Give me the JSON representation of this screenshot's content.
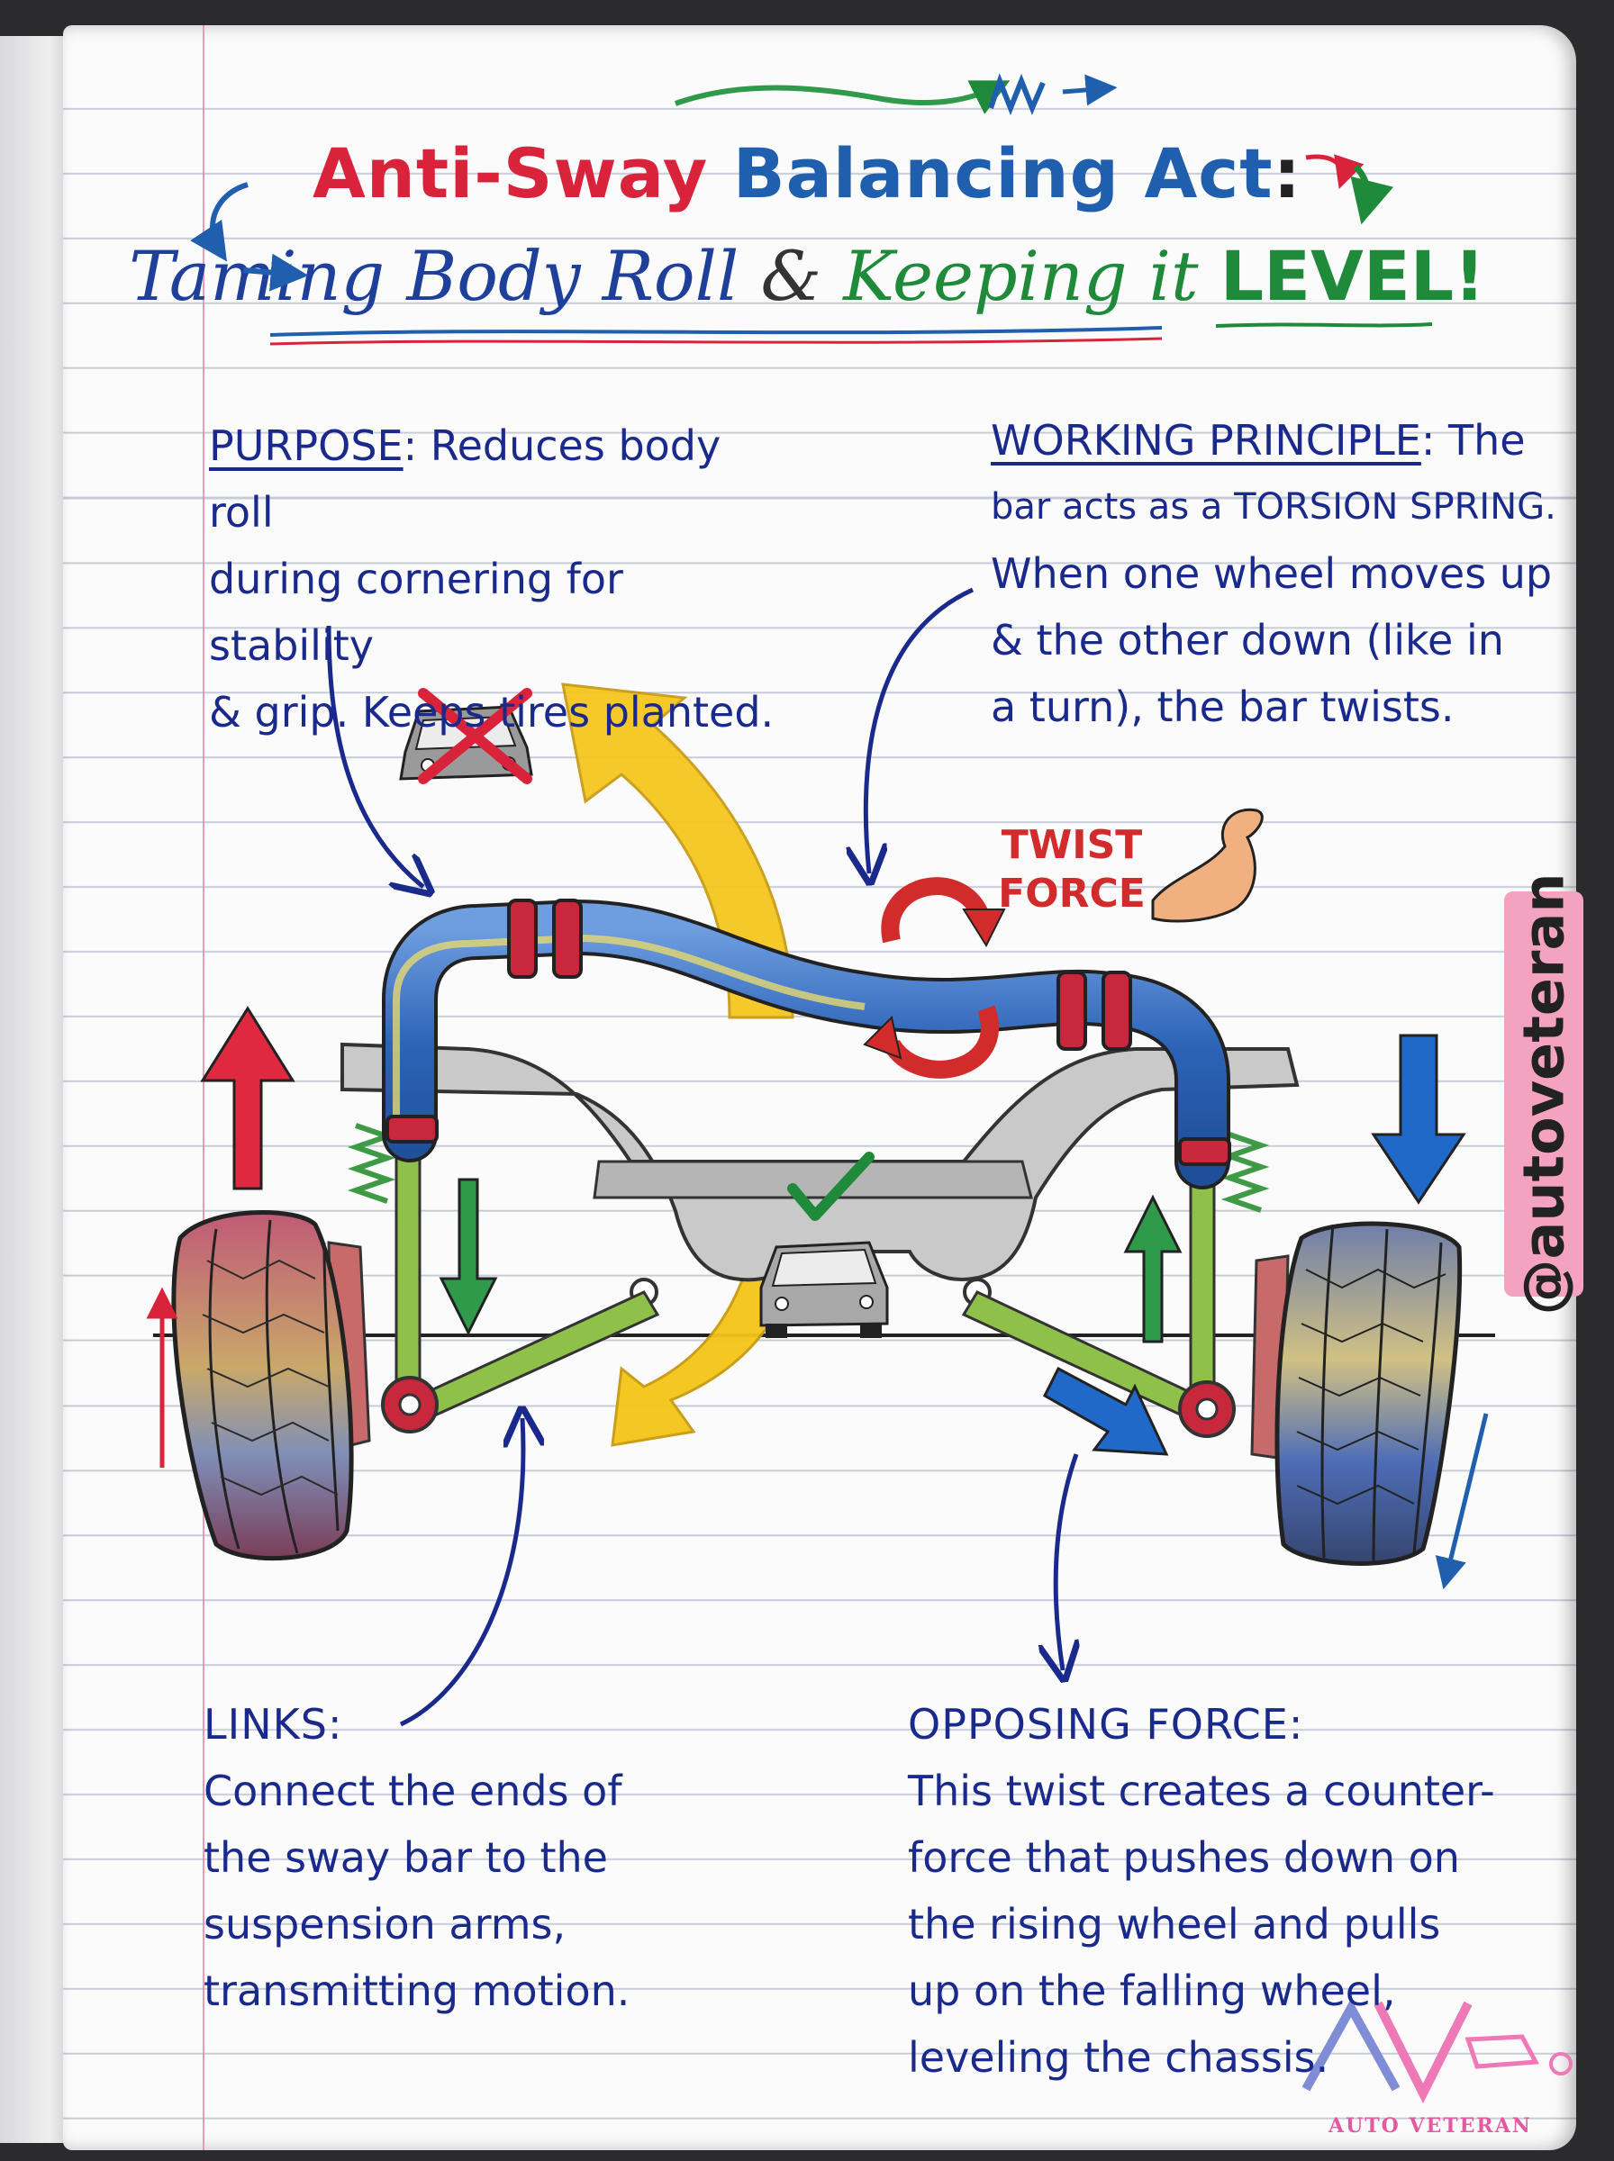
{
  "title": {
    "line1": {
      "part1": "Anti-Sway",
      "part2": "Balancing Act",
      "colon": ":"
    },
    "line2": {
      "part1": "Taming Body Roll",
      "amp": "&",
      "part2": "Keeping it",
      "part3": "LEVEL",
      "bang": "!"
    }
  },
  "notes": {
    "purpose": {
      "heading": "PURPOSE",
      "sep": ":",
      "lines": [
        "Reduces body roll",
        "during cornering for stability",
        "& grip. Keeps tires planted."
      ]
    },
    "principle": {
      "heading": "WORKING PRINCIPLE",
      "sep": ":",
      "lines": [
        "The",
        "bar acts as a TORSION SPRING.",
        "When one wheel moves up",
        "& the other down (like in",
        "a turn), the bar twists."
      ]
    },
    "links": {
      "heading": "LINKS:",
      "lines": [
        "Connect the ends of",
        "the sway bar to the",
        "suspension arms,",
        "transmitting motion."
      ]
    },
    "opposing": {
      "heading": "OPPOSING FORCE:",
      "lines": [
        "This twist creates a counter-",
        "force that pushes down on",
        "the rising wheel and pulls",
        "up on the falling wheel,",
        "leveling the chassis."
      ]
    }
  },
  "twist_label": {
    "line1": "TWIST",
    "line2": "FORCE"
  },
  "watermark": {
    "handle": "@autoveteran",
    "logo_letters": "AV",
    "logo_name": "AUTO VETERAN"
  },
  "colors": {
    "red": "#d9233b",
    "blue": "#1f5fae",
    "navy": "#1a2a8c",
    "green": "#1f8a3a",
    "yellow": "#f5c518",
    "bar_blue": "#3b73c8",
    "bushing_red": "#c8283b",
    "arm_green": "#8fc14a"
  },
  "icons": [
    "car-crossed-icon",
    "car-check-icon",
    "bicep-icon",
    "twist-arrows-icon",
    "yellow-arrow-up-icon",
    "yellow-arrow-down-icon"
  ]
}
